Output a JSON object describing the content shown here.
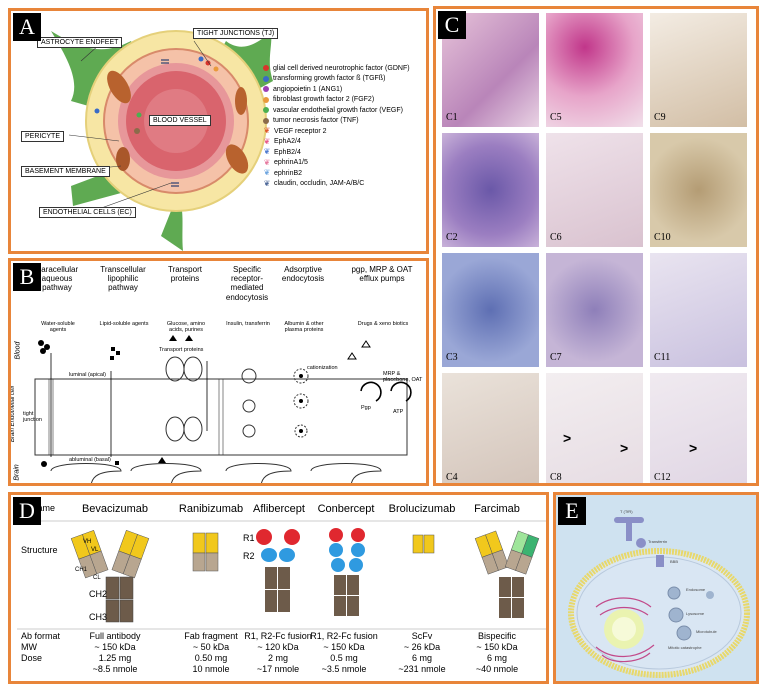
{
  "panels": {
    "a": {
      "label": "A",
      "callouts": {
        "tj": "TIGHT JUNCTIONS (TJ)",
        "astro": "ASTROCYTE ENDFEET",
        "vessel": "BLOOD VESSEL",
        "pericyte": "PERICYTE",
        "basement": "BASEMENT MEMBRANE",
        "endo": "ENDOTHELIAL CELLS (EC)"
      },
      "legend": [
        {
          "text": "glial cell derived neurotrophic factor (GDNF)",
          "color": "#d9342b",
          "kind": "dot"
        },
        {
          "text": "transforming growth factor ß (TGFß)",
          "color": "#3a6bc6",
          "kind": "dot"
        },
        {
          "text": "angiopoietin 1 (ANG1)",
          "color": "#9b3fb5",
          "kind": "dot"
        },
        {
          "text": "fibroblast growth factor 2 (FGF2)",
          "color": "#e99a3c",
          "kind": "dot"
        },
        {
          "text": "vascular endothelial growth factor (VEGF)",
          "color": "#4caf50",
          "kind": "dot"
        },
        {
          "text": "tumor necrosis factor (TNF)",
          "color": "#8b6b4a",
          "kind": "dot"
        },
        {
          "text": "VEGF receptor 2",
          "color": "#e0562b",
          "kind": "sym"
        },
        {
          "text": "EphA2/4",
          "color": "#e85a8a",
          "kind": "sym"
        },
        {
          "text": "EphB2/4",
          "color": "#4f7bd0",
          "kind": "sym"
        },
        {
          "text": "ephrinA1/5",
          "color": "#e77ba0",
          "kind": "sym"
        },
        {
          "text": "ephrinB2",
          "color": "#6fa6e0",
          "kind": "sym"
        },
        {
          "text": "claudin, occludin, JAM-A/B/C",
          "color": "#506a9a",
          "kind": "sym"
        }
      ]
    },
    "b": {
      "label": "B",
      "columns": [
        {
          "title": "Paracellular aqueous pathway",
          "note": "Water-soluble agents"
        },
        {
          "title": "Transcellular lipophilic pathway",
          "note": "Lipid-soluble agents"
        },
        {
          "title": "Transport proteins",
          "note": "Glucose, amino acids, purines"
        },
        {
          "title": "Specific receptor-mediated endocytosis",
          "note": "Insulin, transferrin"
        },
        {
          "title": "Adsorptive endocytosis",
          "note": "Albumin & other plasma proteins"
        },
        {
          "title": "pgp, MRP & OAT efflux pumps",
          "note": "Drugs & xeno biotics"
        }
      ],
      "side_labels": {
        "blood": "Blood",
        "cell": "Brain Endothelial cell",
        "brain": "Brain"
      },
      "small_labels": {
        "luminal": "luminal (apical)",
        "abluminal": "abluminal (basal)",
        "tight": "tight junction",
        "transport": "Transport proteins",
        "cationization": "cationization",
        "pgp": "Pgp",
        "mrp": "MRP & placebone, OAT",
        "atp": "ATP"
      }
    },
    "c": {
      "label": "C",
      "tiles": [
        "C1",
        "C5",
        "C9",
        "C2",
        "C6",
        "C10",
        "C3",
        "C7",
        "C11",
        "C4",
        "C8",
        "C12"
      ]
    },
    "d": {
      "label": "D",
      "headers": [
        "Name",
        "Bevacizumab",
        "Ranibizumab",
        "Aflibercept",
        "Conbercept",
        "Brolucizumab",
        "Farcimab"
      ],
      "structure_label": "Structure",
      "domain_labels": {
        "vh": "VH",
        "vl": "VL",
        "ch1": "CH1",
        "cl": "CL",
        "ch2": "CH2",
        "ch3": "CH3",
        "r1": "R1",
        "r2": "R2"
      },
      "row_labels": [
        "Ab format",
        "MW",
        "Dose"
      ],
      "rows": [
        [
          "Full antibody",
          "~ 150 kDa",
          "1.25 mg",
          "~8.5 nmole"
        ],
        [
          "Fab fragment",
          "~ 50 kDa",
          "0.50 mg",
          "10 nmole"
        ],
        [
          "R1, R2-Fc fusion",
          "~ 120 kDa",
          "2 mg",
          "~17 nmole"
        ],
        [
          "R1, R2-Fc fusion",
          "~ 150 kDa",
          "0.5 mg",
          "~3.5 nmole"
        ],
        [
          "ScFv",
          "~ 26 kDa",
          "6 mg",
          "~231 nmole"
        ],
        [
          "Bispecific",
          "~ 150 kDa",
          "6 mg",
          "~40 nmole"
        ]
      ]
    },
    "e": {
      "label": "E",
      "labels": {
        "tfr": "T (TfR)",
        "transferrin": "Transferrin",
        "bbb": "BBB",
        "endosome": "Endosome",
        "lysosome": "Lysosome",
        "microtubule": "Microtubule",
        "autophagy": "Mitotic catastrophe"
      }
    }
  }
}
